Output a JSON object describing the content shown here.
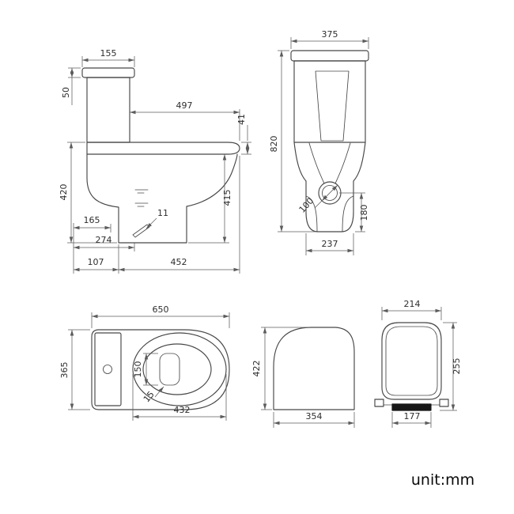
{
  "unit_label": "unit:mm",
  "side_view": {
    "lid_width": "155",
    "lid_height": "50",
    "seat_depth": "497",
    "seat_thickness": "41",
    "height_to_seat": "420",
    "rim_height": "415",
    "trap_offset": "165",
    "trap_angle": "11",
    "trap_depth": "274",
    "base_setback": "107",
    "base_depth": "452"
  },
  "front_view": {
    "tank_width": "375",
    "overall_height": "820",
    "drain_diameter": "100",
    "drain_height": "180",
    "base_width": "237"
  },
  "top_view": {
    "overall_length": "650",
    "overall_width": "365",
    "hole_length": "150",
    "hole_gap": "15",
    "bowl_length": "432"
  },
  "cover_side_view": {
    "height": "422",
    "depth": "354"
  },
  "cover_top_view": {
    "width": "214",
    "length": "255",
    "hinge_width": "177"
  }
}
